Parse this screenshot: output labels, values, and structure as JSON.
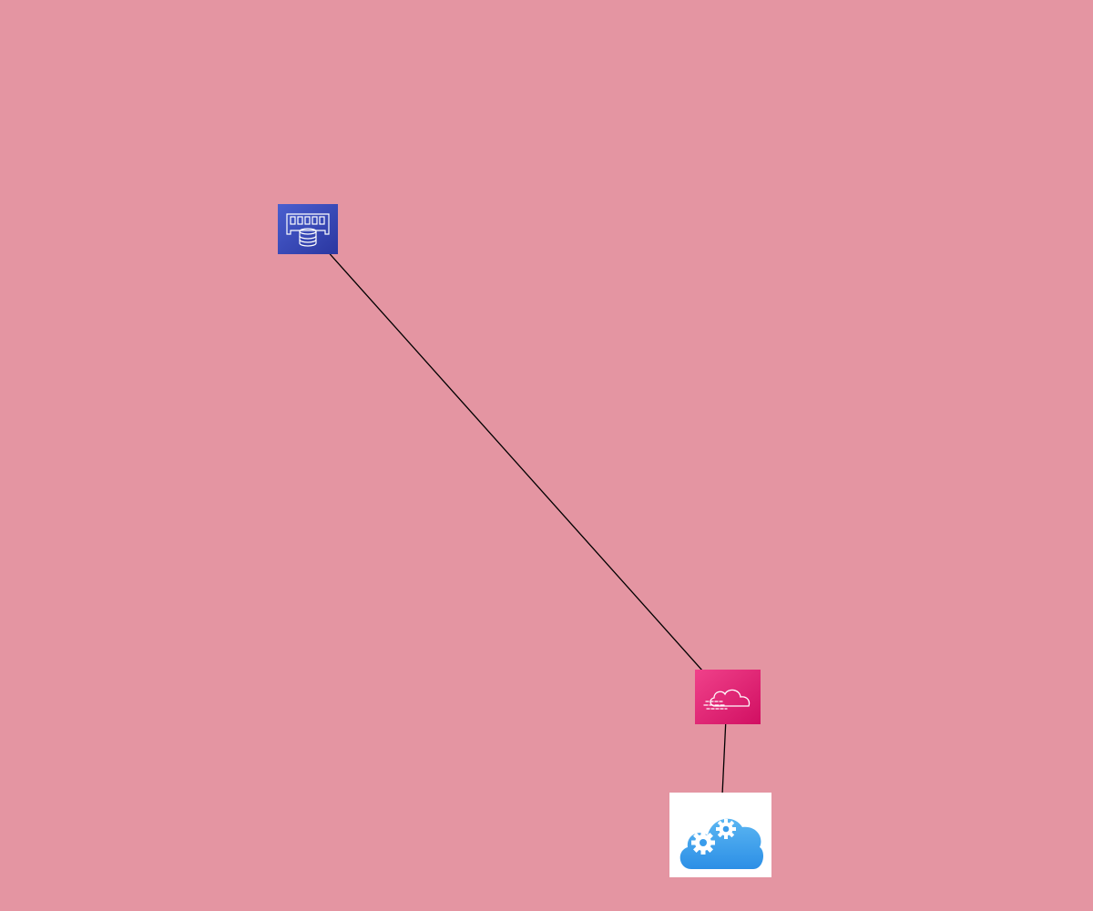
{
  "diagram": {
    "background_color": "#e495a2",
    "nodes": [
      {
        "id": "memory-db",
        "icon": "in-memory-database-icon",
        "colors": [
          "#4a5fcf",
          "#2a36a0"
        ]
      },
      {
        "id": "cloud-stream",
        "icon": "cloud-data-stream-icon",
        "colors": [
          "#f0418a",
          "#d10f62"
        ]
      },
      {
        "id": "cloud-gears",
        "icon": "cloud-gears-icon",
        "colors": [
          "#5bb6f2",
          "#2c8fe6"
        ]
      }
    ],
    "edges": [
      {
        "from": "memory-db",
        "to": "cloud-stream",
        "arrow": "end"
      },
      {
        "from": "cloud-stream",
        "to": "cloud-gears",
        "arrow": "end"
      }
    ]
  }
}
